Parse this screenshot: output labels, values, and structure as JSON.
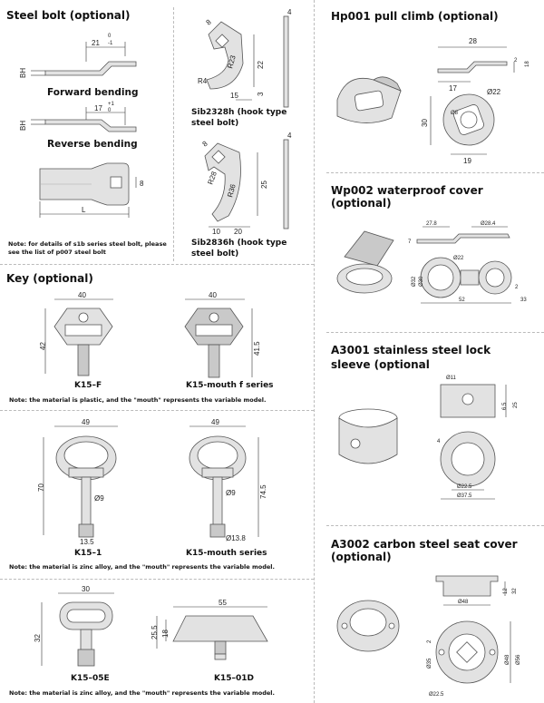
{
  "sections": {
    "steel_bolt": "Steel bolt (optional)",
    "key": "Key (optional)",
    "hp001": "Hp001 pull climb (optional)",
    "wp002": "Wp002 waterproof cover (optional)",
    "a3001": "A3001 stainless steel lock sleeve (optional",
    "a3002": "A3002 carbon steel seat cover (optional)"
  },
  "steel_bolt": {
    "forward": "Forward bending",
    "reverse": "Reverse bending",
    "sib2328h": "Sib2328h (hook type steel bolt)",
    "sib2836h": "Sib2836h (hook type steel bolt)",
    "note": "Note: for details of s1b series steel bolt, please see the list of p007 steel bolt",
    "dims": {
      "d21": "21",
      "d21_tol_top": "0",
      "d21_tol_bot": "-1",
      "bh": "BH",
      "d17": "17",
      "d17_tol_top": "+1",
      "d17_tol_bot": "0",
      "d8": "8",
      "l": "L",
      "h_8": "8",
      "h_r23": "R23",
      "h_22": "22",
      "h_r4": "R4",
      "h_15": "15",
      "h_3": "3",
      "h_4": "4",
      "k_8": "8",
      "k_r28": "R28",
      "k_r36": "R36",
      "k_25": "25",
      "k_10": "10",
      "k_20": "20",
      "k_4": "4"
    }
  },
  "keys": {
    "k15f": {
      "label": "K15–F",
      "w": "40",
      "h": "42"
    },
    "k15mf": {
      "label": "K15-mouth f series",
      "w": "40",
      "h": "41.5"
    },
    "note1": "Note: the material is plastic, and the \"mouth\" represents the variable model.",
    "k151": {
      "label": "K15–1",
      "w": "49",
      "h": "70",
      "d": "Ø9",
      "b": "13.5"
    },
    "k15m": {
      "label": "K15-mouth series",
      "w": "49",
      "h": "74.5",
      "d": "Ø9",
      "b": "Ø13.8"
    },
    "note2": "Note: the material is zinc alloy, and the \"mouth\" represents the variable model.",
    "k1505e": {
      "label": "K15–05E",
      "w": "30",
      "h": "32"
    },
    "k1501d": {
      "label": "K15–01D",
      "w": "55",
      "h1": "25.5",
      "h2": "18"
    },
    "note3": "Note: the material is zinc alloy, and the \"mouth\" represents the variable model."
  },
  "hp001": {
    "d28": "28",
    "d2": "2",
    "d18": "18",
    "d17": "17",
    "d22": "Ø22",
    "d30": "30",
    "d19": "19",
    "d8": "Ø8"
  },
  "wp002": {
    "d27": "27.8",
    "d28": "Ø28.4",
    "d7": "7",
    "d22": "Ø22",
    "d32": "Ø32",
    "d30": "Ø30",
    "d52": "52",
    "d33": "33",
    "d2": "2"
  },
  "a3001": {
    "d11": "Ø11",
    "d6": "6.5",
    "d25": "25",
    "d225": "Ø22.5",
    "d375": "Ø37.5",
    "d4": "4"
  },
  "a3002": {
    "d12": "12",
    "d32": "32",
    "d48": "Ø48",
    "d35": "Ø35",
    "d2": "2",
    "d48b": "Ø48",
    "d56": "Ø56",
    "d225": "Ø22.5"
  }
}
